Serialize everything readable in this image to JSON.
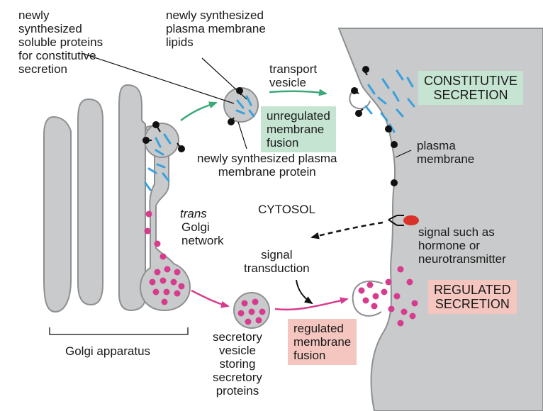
{
  "labels": {
    "soluble_proteins": "newly\nsynthesized\nsoluble proteins\nfor constitutive\nsecretion",
    "pm_lipids": "newly synthesized\nplasma membrane\nlipids",
    "transport_vesicle": "transport\nvesicle",
    "constitutive_secretion": "CONSTITUTIVE\nSECRETION",
    "unregulated_fusion": "unregulated\nmembrane\nfusion",
    "pm_protein": "newly synthesized plasma\nmembrane protein",
    "plasma_membrane": "plasma\nmembrane",
    "cytosol": "CYTOSOL",
    "trans_golgi_italic": "trans",
    "trans_golgi_rest": "Golgi\nnetwork",
    "signal": "signal such as\nhormone or\nneurotransmitter",
    "signal_transduction": "signal\ntransduction",
    "regulated_secretion": "REGULATED\nSECRETION",
    "golgi_apparatus": "Golgi apparatus",
    "secretory_vesicle": "secretory\nvesicle\nstoring\nsecretory\nproteins",
    "regulated_fusion": "regulated\nmembrane\nfusion"
  },
  "colors": {
    "membrane_fill": "#c9cacb",
    "membrane_edge": "#8e8f91",
    "lipid_blue": "#3aa0dc",
    "protein_pink": "#d63c8e",
    "green_arrow": "#3aa878",
    "pink_arrow": "#d63c8e",
    "green_box": "#c6e4d2",
    "pink_box": "#f5c6c0",
    "signal_red": "#d8322b"
  },
  "icons": {
    "membrane_protein": "black-dot-on-stick",
    "receptor": "v-shaped-receptor",
    "signal_molecule": "red-ellipse"
  }
}
